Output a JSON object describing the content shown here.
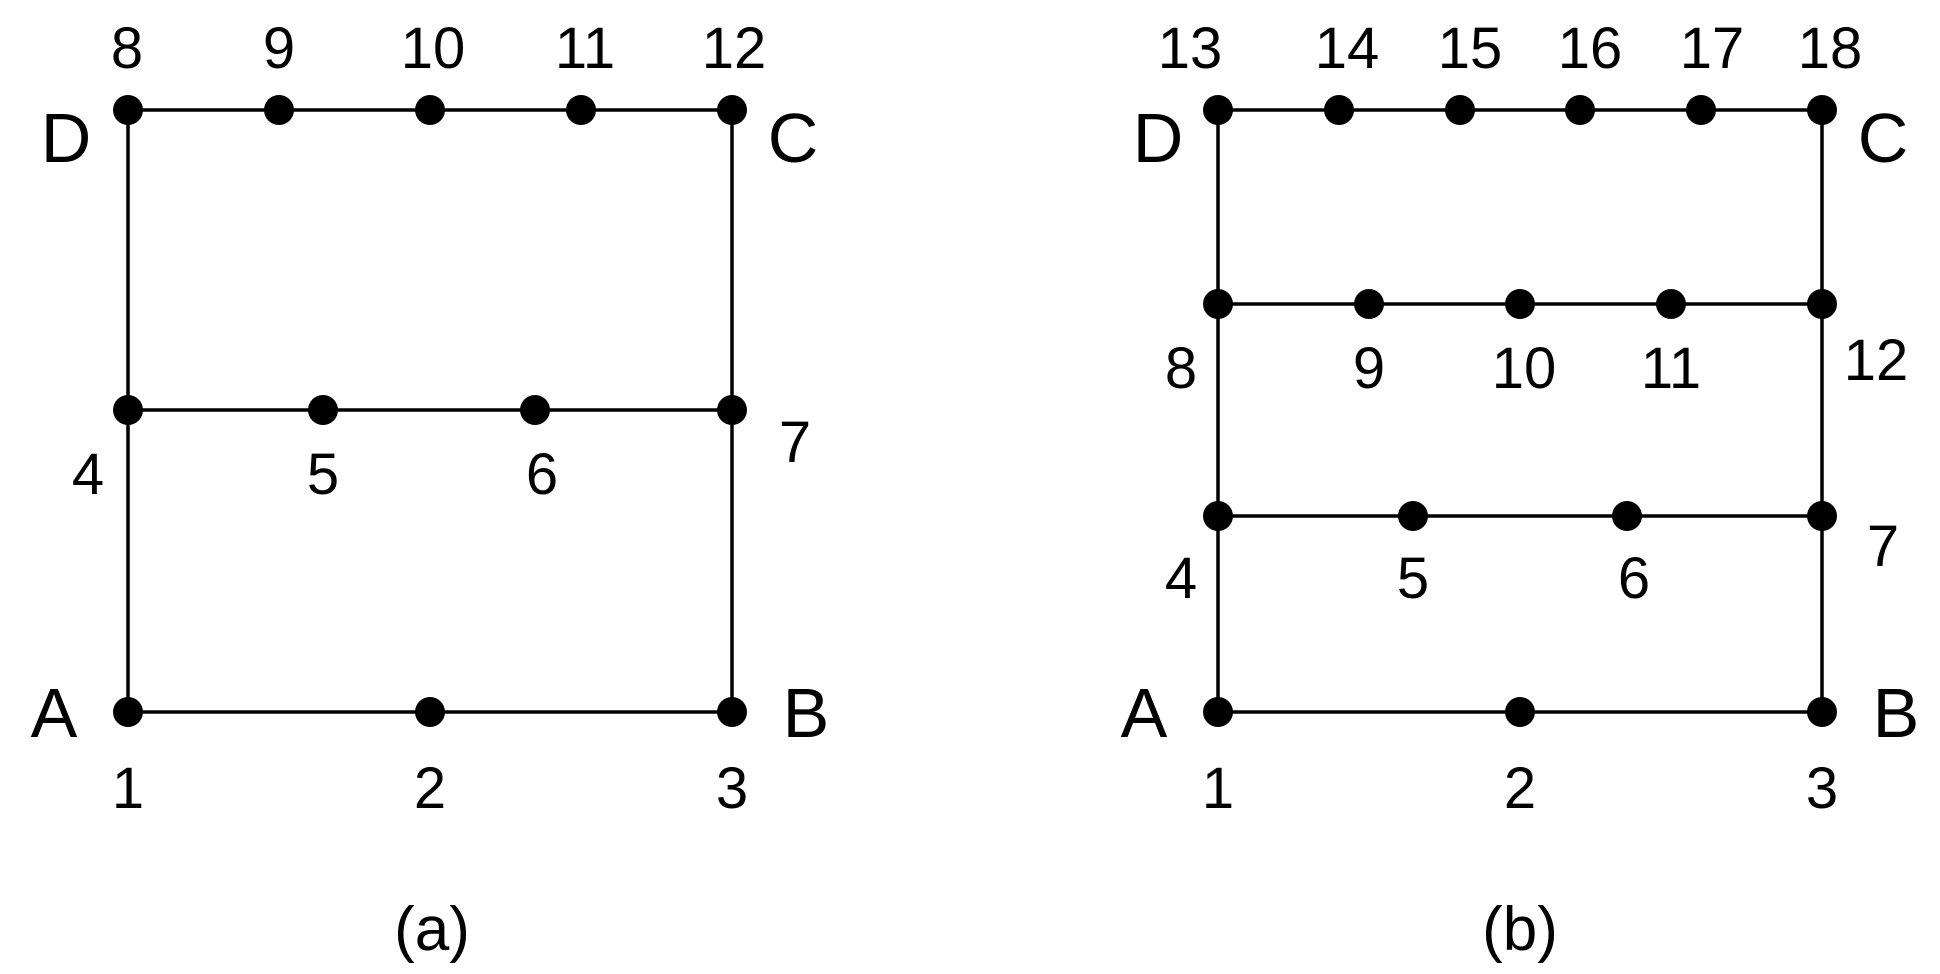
{
  "colors": {
    "line": "#000000",
    "node": "#000000",
    "background": "#ffffff"
  },
  "panel_a": {
    "caption": "(a)",
    "corners": {
      "A": "A",
      "B": "B",
      "C": "C",
      "D": "D"
    },
    "nodes": [
      "1",
      "2",
      "3",
      "4",
      "5",
      "6",
      "7",
      "8",
      "9",
      "10",
      "11",
      "12"
    ]
  },
  "panel_b": {
    "caption": "(b)",
    "corners": {
      "A": "A",
      "B": "B",
      "C": "C",
      "D": "D"
    },
    "nodes": [
      "1",
      "2",
      "3",
      "4",
      "5",
      "6",
      "7",
      "8",
      "9",
      "10",
      "11",
      "12",
      "13",
      "14",
      "15",
      "16",
      "17",
      "18"
    ]
  }
}
